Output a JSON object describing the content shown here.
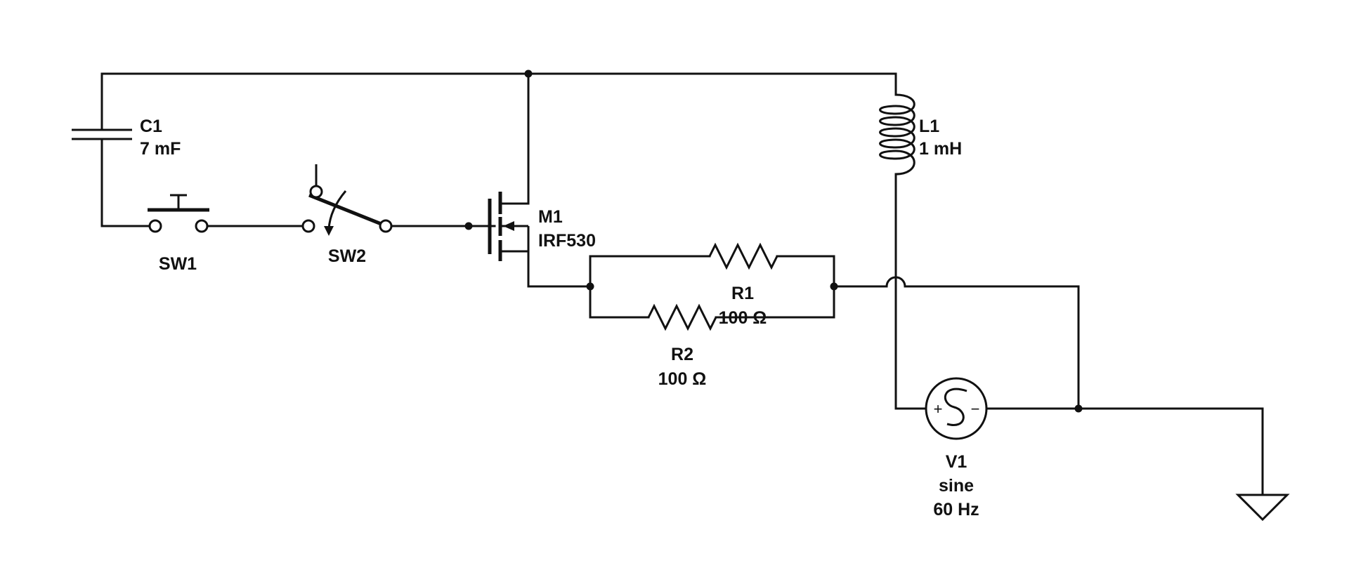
{
  "schematic": {
    "components": {
      "c1": {
        "ref": "C1",
        "value": "7 mF"
      },
      "l1": {
        "ref": "L1",
        "value": "1 mH"
      },
      "sw1": {
        "ref": "SW1"
      },
      "sw2": {
        "ref": "SW2"
      },
      "m1": {
        "ref": "M1",
        "value": "IRF530"
      },
      "r1": {
        "ref": "R1",
        "value": "100 Ω"
      },
      "r2": {
        "ref": "R2",
        "value": "100 Ω"
      },
      "v1": {
        "ref": "V1",
        "type": "sine",
        "value": "60 Hz",
        "plus": "+",
        "minus": "−"
      }
    },
    "icons": [
      "capacitor-icon",
      "inductor-icon",
      "pushbutton-icon",
      "toggle-switch-icon",
      "nmos-transistor-icon",
      "resistor-icon",
      "sine-source-icon",
      "ground-icon"
    ]
  }
}
